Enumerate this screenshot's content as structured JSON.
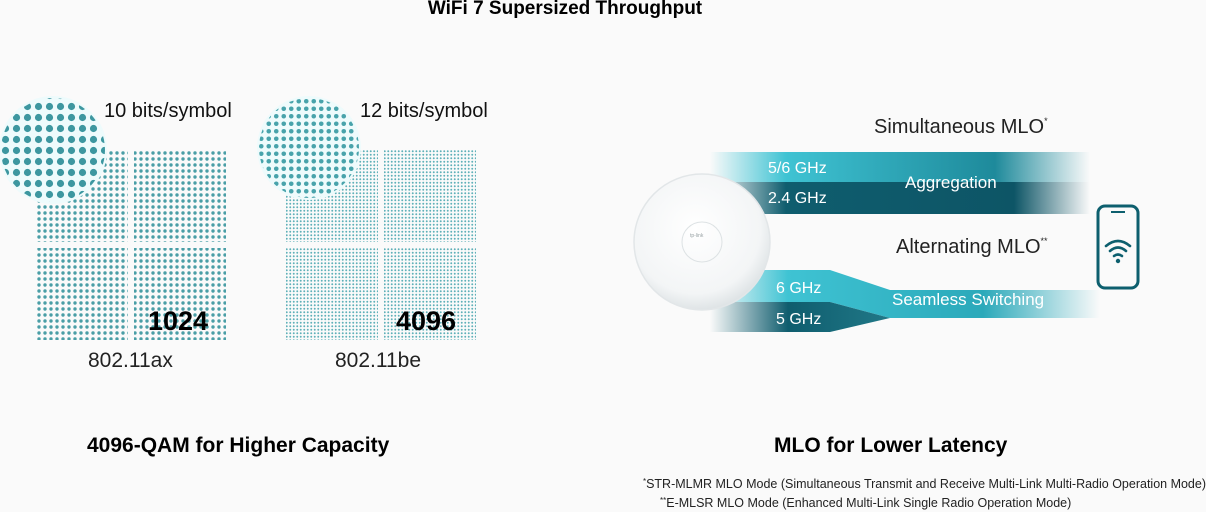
{
  "page": {
    "title": "WiFi 7 Supersized Throughput"
  },
  "qam": {
    "left": {
      "bits": "10 bits/symbol",
      "order": "1024",
      "standard": "802.11ax",
      "dot_color": "#4a9ea6"
    },
    "right": {
      "bits": "12 bits/symbol",
      "order": "4096",
      "standard": "802.11be",
      "dot_color": "#5fb0b8"
    },
    "section_title": "4096-QAM for Higher Capacity"
  },
  "mlo": {
    "simultaneous_label": "Simultaneous MLO",
    "simultaneous_mark": "*",
    "alternating_label": "Alternating MLO",
    "alternating_mark": "**",
    "band_top_1": "5/6 GHz",
    "band_top_2": "2.4 GHz",
    "aggregation": "Aggregation",
    "band_bot_1": "6 GHz",
    "band_bot_2": "5 GHz",
    "seamless": "Seamless Switching",
    "section_title": "MLO for Lower Latency",
    "accent_light": "#3fc3d3",
    "accent_dark": "#0f5d6e",
    "phone_color": "#0d5f6e",
    "ap_logo": "tp-link"
  },
  "footnotes": {
    "mark1": "*",
    "note1": "STR-MLMR MLO Mode (Simultaneous Transmit and Receive Multi-Link Multi-Radio Operation Mode)",
    "mark2": "**",
    "note2": "E-MLSR MLO Mode (Enhanced Multi-Link Single Radio Operation Mode)"
  }
}
